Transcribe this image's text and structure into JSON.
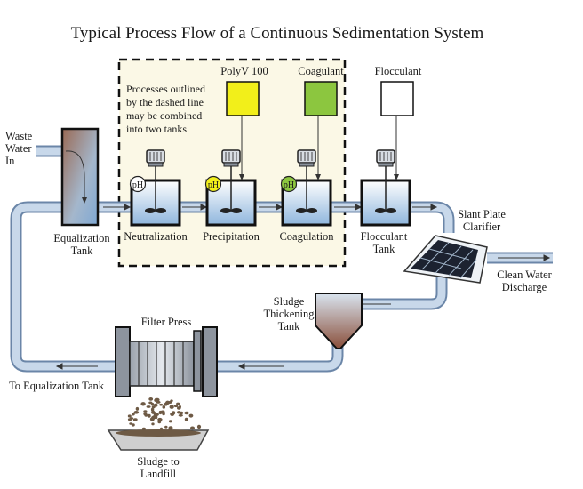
{
  "diagram": {
    "title": "Typical Process Flow of a Continuous Sedimentation System",
    "note": [
      "Processes outlined",
      "by the dashed line",
      "may be combined",
      "into two tanks."
    ],
    "inlet": [
      "Waste",
      "Water",
      "In"
    ],
    "stages": {
      "equalization": [
        "Equalization",
        "Tank"
      ],
      "neutralization": "Neutralization",
      "precipitation": "Precipitation",
      "coagulation": "Coagulation",
      "flocculant_tank": [
        "Flocculant",
        "Tank"
      ],
      "clarifier": [
        "Slant Plate",
        "Clarifier"
      ],
      "clean_water": [
        "Clean Water",
        "Discharge"
      ],
      "thickening": [
        "Sludge",
        "Thickening",
        "Tank"
      ],
      "filter_press": "Filter Press",
      "return": "To Equalization Tank",
      "landfill": [
        "Sludge to",
        "Landfill"
      ]
    },
    "chemicals": {
      "polyv": {
        "label": "PolyV 100",
        "color": "#f2ef1a"
      },
      "coagulant": {
        "label": "Coagulant",
        "color": "#8cc63f"
      },
      "flocculant": {
        "label": "Flocculant",
        "color": "#ffffff"
      }
    },
    "ph_label": "pH",
    "ph_colors": {
      "neutralization": "#ffffff",
      "precipitation": "#f2ef1a",
      "coagulation": "#8cc63f"
    },
    "colors": {
      "dashed_region": "#fbf8e6",
      "pipe": "#c8d8ea",
      "pipe_edge": "#6b86a8"
    }
  }
}
